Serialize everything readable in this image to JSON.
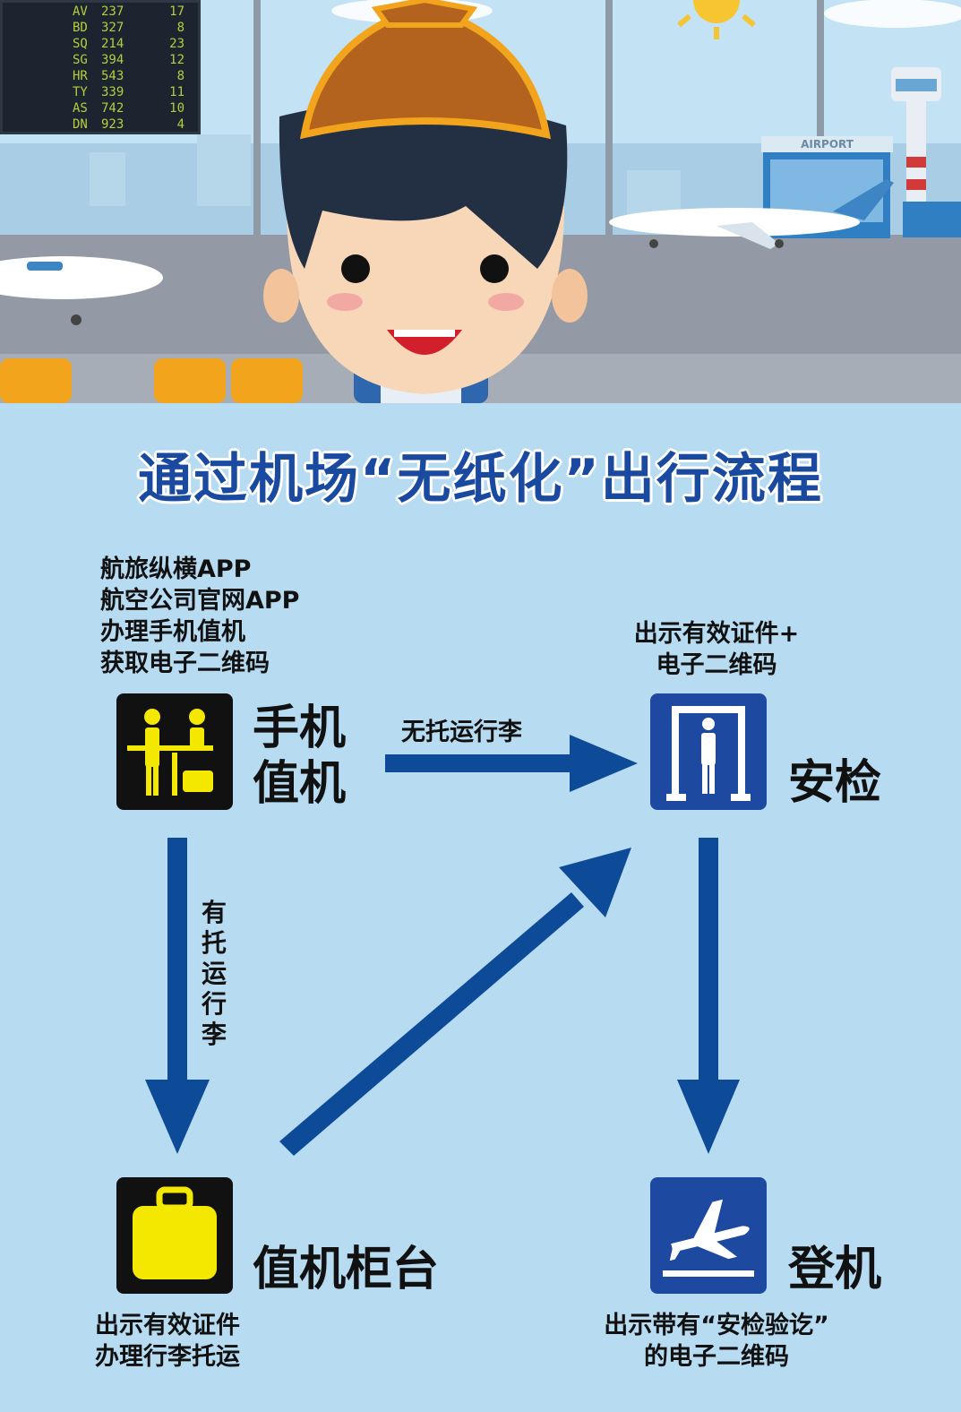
{
  "hero": {
    "flight_board": [
      {
        "code": "AV",
        "number": "237",
        "gate": "17"
      },
      {
        "code": "BD",
        "number": "327",
        "gate": "8"
      },
      {
        "code": "SQ",
        "number": "214",
        "gate": "23"
      },
      {
        "code": "SG",
        "number": "394",
        "gate": "12"
      },
      {
        "code": "HR",
        "number": "543",
        "gate": "8"
      },
      {
        "code": "TY",
        "number": "339",
        "gate": "11"
      },
      {
        "code": "AS",
        "number": "742",
        "gate": "10"
      },
      {
        "code": "DN",
        "number": "923",
        "gate": "4"
      }
    ],
    "airport_sign": "AIRPORT"
  },
  "title": "通过机场“无纸化”出行流程",
  "nodes": {
    "checkin": {
      "label_lines": [
        "手机",
        "值机"
      ],
      "note_lines": [
        "航旅纵横APP",
        "航空公司官网APP",
        "办理手机值机",
        "获取电子二维码"
      ]
    },
    "security": {
      "label": "安检",
      "note_lines": [
        "出示有效证件+",
        "电子二维码"
      ]
    },
    "counter": {
      "label": "值机柜台",
      "note_lines": [
        "出示有效证件",
        "办理行李托运"
      ]
    },
    "boarding": {
      "label": "登机",
      "note_lines": [
        "出示带有“安检验讫”",
        "的电子二维码"
      ]
    }
  },
  "edges": {
    "checkin_to_security": "无托运行李",
    "checkin_to_counter_chars": [
      "有",
      "托",
      "运",
      "行",
      "李"
    ]
  },
  "colors": {
    "arrow": "#0d4a98",
    "background": "#b7dcf2",
    "title": "#1a4aa0",
    "icon_black": "#111111",
    "icon_blue": "#1d4aa0",
    "icon_yellow": "#f4e800"
  }
}
